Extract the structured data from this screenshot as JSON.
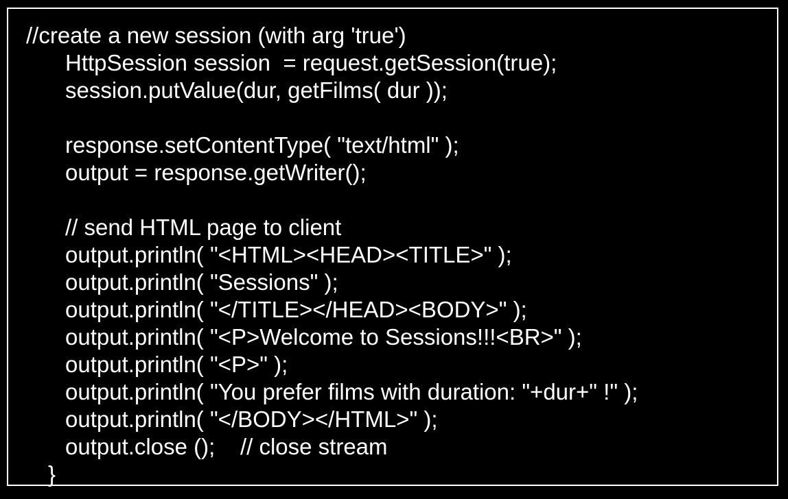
{
  "code_lines": [
    {
      "text": "//create a new session (with arg 'true')",
      "indent": 0
    },
    {
      "text": "HttpSession session  = request.getSession(true);",
      "indent": 2
    },
    {
      "text": "session.putValue(dur, getFilms( dur ));",
      "indent": 2
    },
    {
      "text": "",
      "indent": 2
    },
    {
      "text": "response.setContentType( \"text/html\" );",
      "indent": 2
    },
    {
      "text": "output = response.getWriter();",
      "indent": 2
    },
    {
      "text": "",
      "indent": 2
    },
    {
      "text": "// send HTML page to client",
      "indent": 2
    },
    {
      "text": "output.println( \"<HTML><HEAD><TITLE>\" );",
      "indent": 2
    },
    {
      "text": "output.println( \"Sessions\" );",
      "indent": 2
    },
    {
      "text": "output.println( \"</TITLE></HEAD><BODY>\" );",
      "indent": 2
    },
    {
      "text": "output.println( \"<P>Welcome to Sessions!!!<BR>\" );",
      "indent": 2
    },
    {
      "text": "output.println( \"<P>\" );",
      "indent": 2
    },
    {
      "text": "output.println( \"You prefer films with duration: \"+dur+\" !\" );",
      "indent": 2
    },
    {
      "text": "output.println( \"</BODY></HTML>\" );",
      "indent": 2
    },
    {
      "text": "output.close ();    // close stream",
      "indent": 2
    },
    {
      "text": "}",
      "indent": 1
    }
  ],
  "colors": {
    "background": "#000000",
    "text": "#ffffff",
    "border": "#ffffff"
  }
}
